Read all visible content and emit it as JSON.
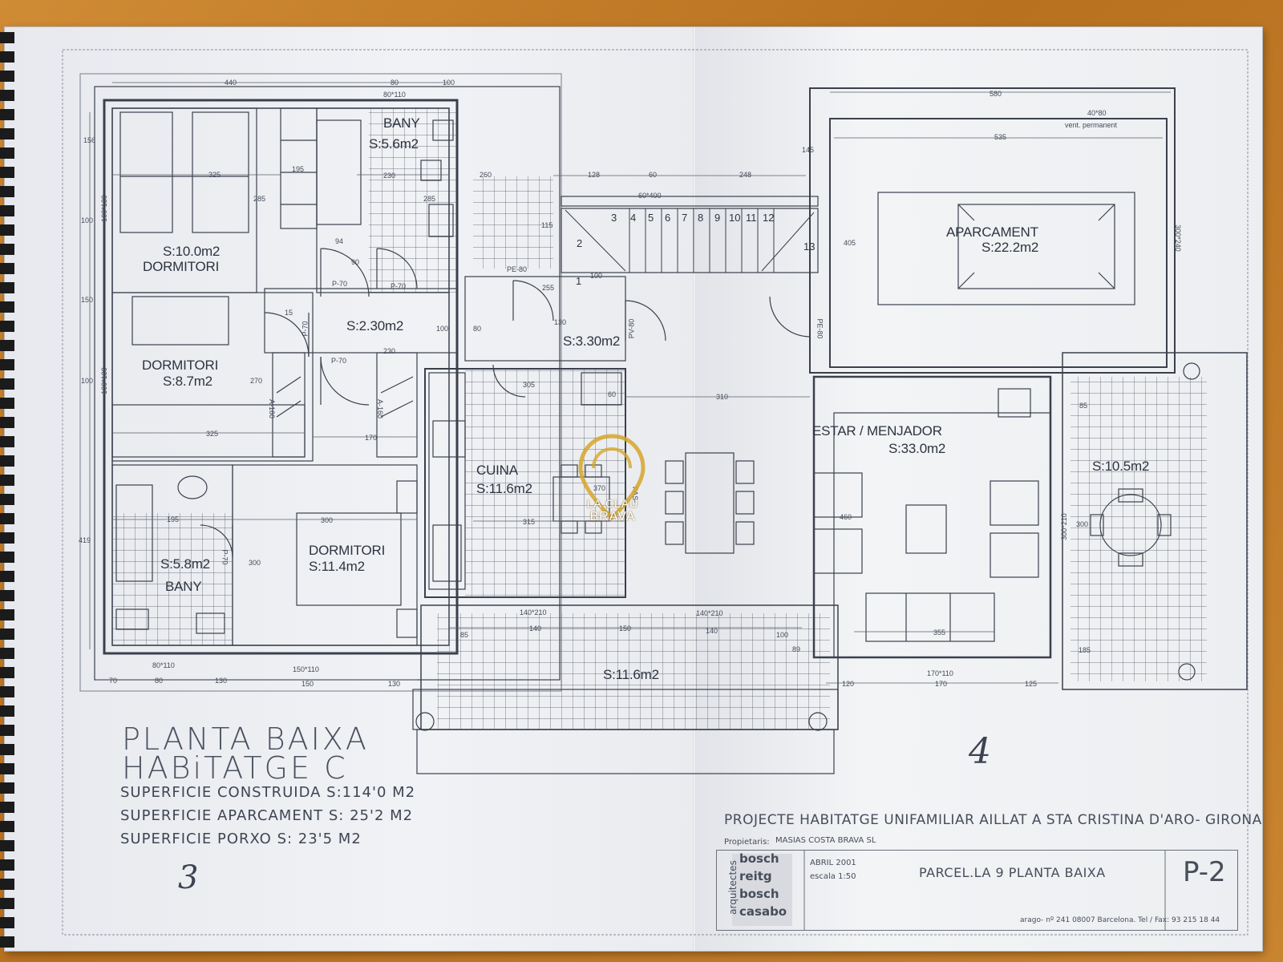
{
  "rooms": {
    "bany1_name": "BANY",
    "bany1_area": "S:5.6m2",
    "dorm1_area": "S:10.0m2",
    "dorm1_name": "DORMITORI",
    "hall_area": "S:2.30m2",
    "dorm2_name": "DORMITORI",
    "dorm2_area": "S:8.7m2",
    "bany2_area": "S:5.8m2",
    "bany2_name": "BANY",
    "dorm3_name": "DORMITORI",
    "dorm3_area": "S:11.4m2",
    "cuina_name": "CUINA",
    "cuina_area": "S:11.6m2",
    "pas_area": "S:3.30m2",
    "porxo_area": "S:11.6m2",
    "aparcament_name": "APARCAMENT",
    "aparcament_area": "S:22.2m2",
    "estar_name": "ESTAR / MENJADOR",
    "estar_area": "S:33.0m2",
    "terrassa_area": "S:10.5m2"
  },
  "dims": {
    "d440": "440",
    "d80a": "80",
    "d100a": "100",
    "d80x110": "80*110",
    "d156": "156",
    "d325a": "325",
    "d195a": "195",
    "d230a": "230",
    "d285a": "285",
    "d285b": "285",
    "d260": "260",
    "d128": "128",
    "d60a": "60",
    "d248": "248",
    "d60x400": "60*400",
    "d100x130a": "100*130",
    "d100b": "100",
    "d94": "94",
    "d90": "90",
    "d115": "115",
    "p70a": "P-70",
    "p70b": "P-70",
    "pe80a": "PE-80",
    "d255": "255",
    "d100c": "100",
    "d150": "150",
    "d15": "15",
    "p70c": "P-70",
    "d230b": "230",
    "d100d": "100",
    "d80b": "80",
    "d130": "130",
    "pv80": "PV-80",
    "p70d": "P-70",
    "d100x130b": "100*130",
    "d100e": "100",
    "d270": "270",
    "a160a": "A-160",
    "a160b": "A-160",
    "d305": "305",
    "d60b": "60",
    "d325b": "325",
    "d170a": "170",
    "d419": "419",
    "d195b": "195",
    "d300a": "300",
    "d300b": "300",
    "p70e": "P-70",
    "d370": "370",
    "pas": "PAS-",
    "d315": "315",
    "d80x110b": "80*110",
    "d150x110": "150*110",
    "d70": "70",
    "d80c": "80",
    "d130b": "130",
    "d150b": "150",
    "d130c": "130",
    "d140x210a": "140*210",
    "d140x210b": "140*210",
    "d85a": "85",
    "d140a": "140",
    "d150c": "150",
    "d140b": "140",
    "d100f": "100",
    "d89": "89",
    "d580": "580",
    "d40x80": "40*80",
    "vent": "vent. permanent",
    "d535": "535",
    "d145": "145",
    "d405": "405",
    "d300x240": "300*240",
    "pe80b": "PE-80",
    "d310": "310",
    "d460": "460",
    "d85b": "85",
    "d300c": "300",
    "d300x210": "300*210",
    "d355": "355",
    "d185": "185",
    "d120": "120",
    "d170x110": "170*110",
    "d170b": "170",
    "d125": "125"
  },
  "stairs": [
    "2",
    "3",
    "4",
    "5",
    "6",
    "7",
    "8",
    "9",
    "10",
    "11",
    "12",
    "13"
  ],
  "stair_landing": "1",
  "title": {
    "line1": "PLANTA BAIXA",
    "line2": "HABiTATGE C",
    "sup1": "SUPERFICIE CONSTRUIDA S:114'0 M2",
    "sup2": "SUPERFICIE APARCAMENT S: 25'2 M2",
    "sup3": "SUPERFICIE PORXO S: 23'5 M2",
    "num_left": "3",
    "num_right": "4"
  },
  "title_block": {
    "project": "PROJECTE HABITATGE UNIFAMILIAR AILLAT A STA CRISTINA D'ARO- GIRONA",
    "owner_label": "Propietaris:",
    "owner": "MASIAS COSTA BRAVA SL",
    "arq_label": "arquitectes",
    "arq1": "bosch",
    "arq2": "reitg",
    "arq3": "bosch",
    "arq4": "casabo",
    "date": "ABRIL 2001",
    "scale": "escala 1:50",
    "sheet_title": "PARCEL.LA 9  PLANTA BAIXA",
    "sheet_no": "P-2",
    "address": "arago- nº 241 08007 Barcelona. Tel / Fax: 93 215 18 44"
  },
  "watermark": {
    "line1": "LA CLAU",
    "line2": "BRAVA",
    "color": "#d6a62a"
  },
  "colors": {
    "ink": "#2d3440",
    "paper": "#eef0f3",
    "table": "#c9802e"
  }
}
